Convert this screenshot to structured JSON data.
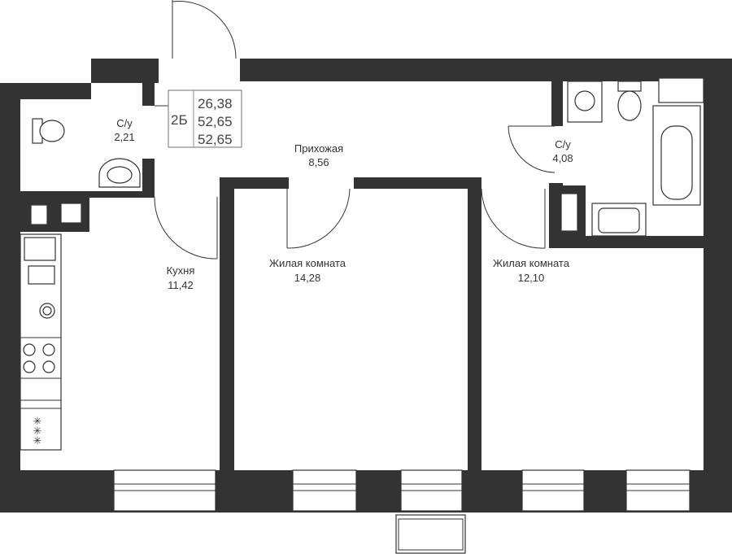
{
  "info_box": {
    "type": "2Б",
    "living_area": "26,38",
    "total_area": "52,65",
    "total_area_2": "52,65"
  },
  "rooms": [
    {
      "name": "С/у",
      "area": "2,21"
    },
    {
      "name": "Прихожая",
      "area": "8,56"
    },
    {
      "name": "С/у",
      "area": "4,08"
    },
    {
      "name": "Кухня",
      "area": "11,42"
    },
    {
      "name": "Жилая комната",
      "area": "14,28"
    },
    {
      "name": "Жилая комната",
      "area": "12,10"
    }
  ],
  "colors": {
    "wall": "#333333"
  }
}
